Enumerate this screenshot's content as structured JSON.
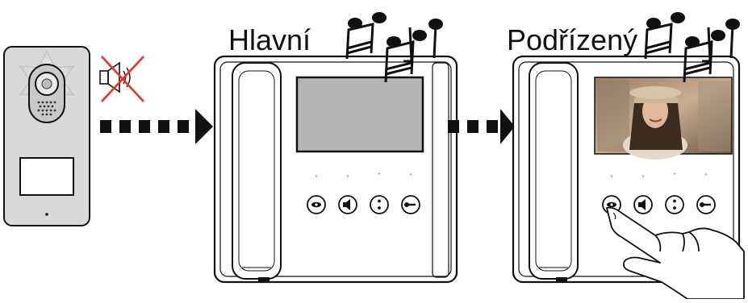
{
  "labels": {
    "main": "Hlavní",
    "slave": "Podřízený"
  },
  "colors": {
    "outline": "#111111",
    "door_panel": "#d9d9d9",
    "screen_off": "#b5b5b5",
    "arrow": "#111111",
    "mute_cross": "#e8332a"
  },
  "icons": {
    "door_station": "door-station-icon",
    "muted": "speaker-muted-icon",
    "ringtone": "music-note-icon",
    "buttons": [
      "monitor-icon",
      "speaker-icon",
      "menu-dots-icon",
      "key-icon"
    ],
    "nav_arrows": [
      "‹",
      "›",
      "˅",
      "˄"
    ]
  },
  "slave_screen": {
    "content": "visitor video image"
  }
}
